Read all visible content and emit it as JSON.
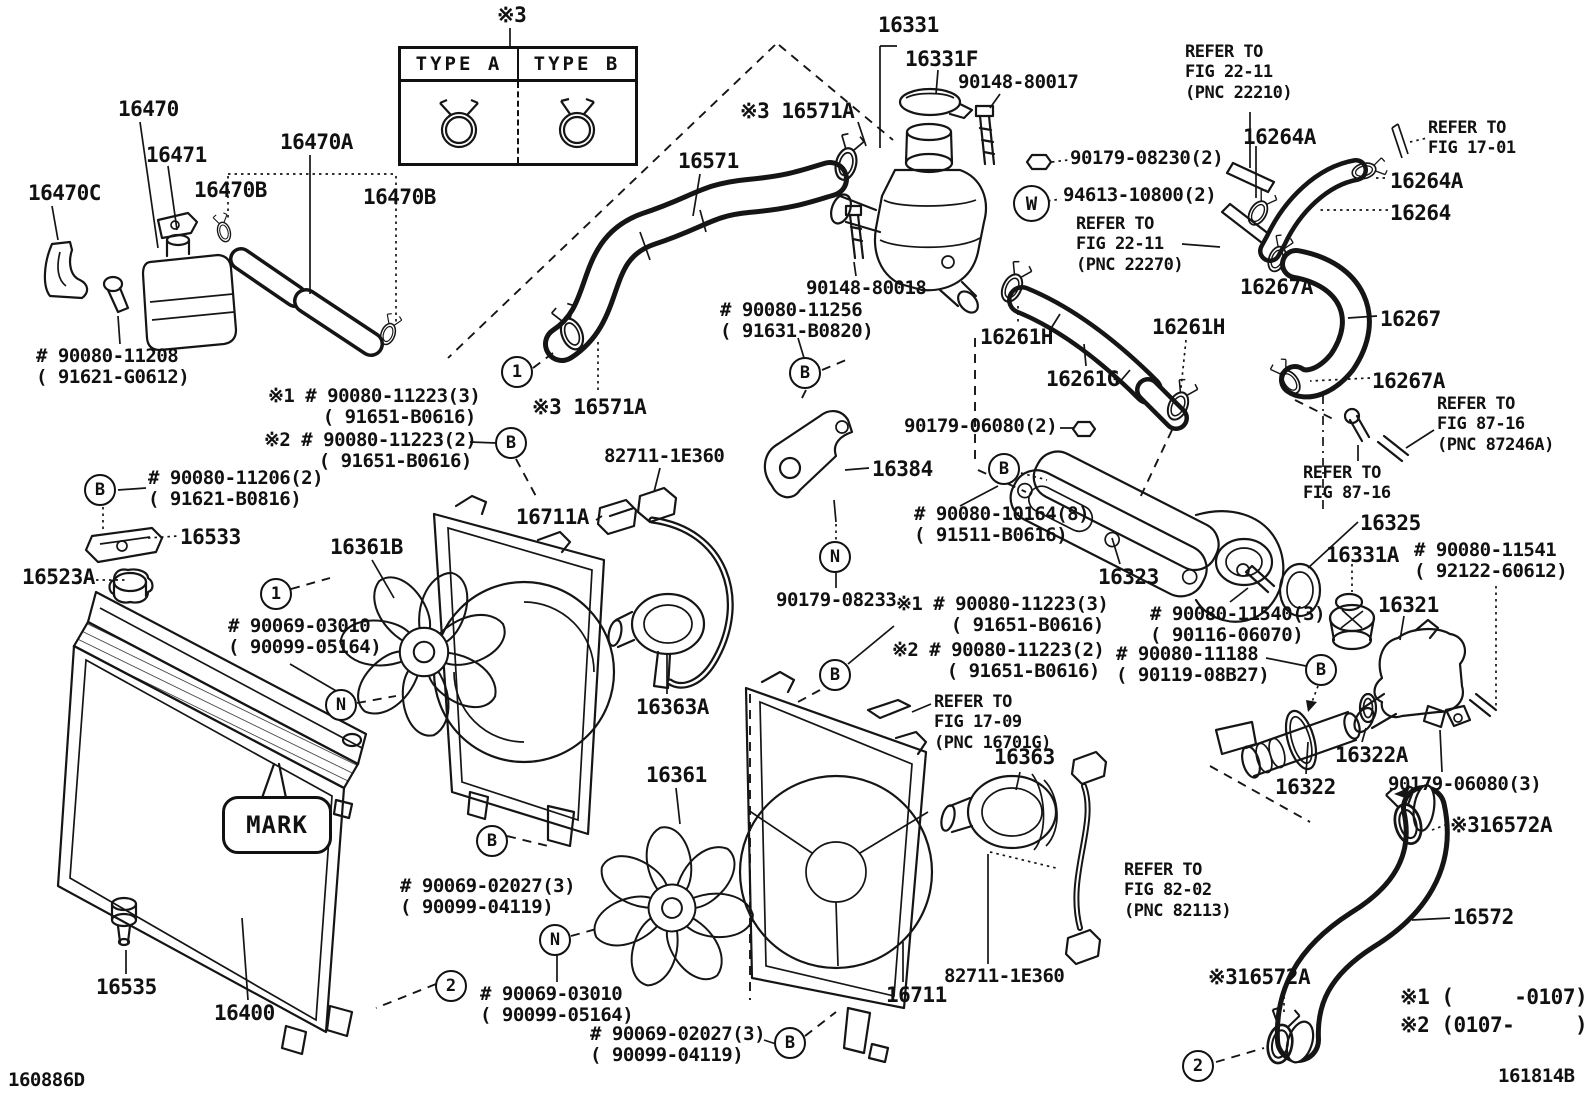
{
  "colors": {
    "ink": "#111111",
    "paper": "#ffffff"
  },
  "mark": {
    "label": "MARK"
  },
  "table": {
    "type_a": "TYPE A",
    "type_b": "TYPE B"
  },
  "labels": [
    {
      "id": "16470",
      "text": "16470"
    },
    {
      "id": "16471",
      "text": "16471"
    },
    {
      "id": "16470A",
      "text": "16470A"
    },
    {
      "id": "16470C",
      "text": "16470C"
    },
    {
      "id": "16470B-1",
      "text": "16470B"
    },
    {
      "id": "16470B-2",
      "text": "16470B"
    },
    {
      "id": "90080-11208",
      "text": "# 90080-11208\n( 91621-G0612)"
    },
    {
      "id": "note-3",
      "text": "※3"
    },
    {
      "id": "16331",
      "text": "16331"
    },
    {
      "id": "16331F",
      "text": "16331F"
    },
    {
      "id": "90148-80017",
      "text": "90148-80017"
    },
    {
      "id": "refer-22-11-a",
      "text": "REFER TO\nFIG 22-11\n(PNC 22210)"
    },
    {
      "id": "16264A-1",
      "text": "16264A"
    },
    {
      "id": "refer-17-01",
      "text": "REFER TO\nFIG 17-01"
    },
    {
      "id": "16264A-2",
      "text": "16264A"
    },
    {
      "id": "16264",
      "text": "16264"
    },
    {
      "id": "90179-08230",
      "text": "90179-08230(2)"
    },
    {
      "id": "94613-10800",
      "text": "94613-10800(2)"
    },
    {
      "id": "refer-22-11-b",
      "text": "REFER TO\nFIG 22-11\n(PNC 22270)"
    },
    {
      "id": "16267A-1",
      "text": "16267A"
    },
    {
      "id": "16267",
      "text": "16267"
    },
    {
      "id": "16267A-2",
      "text": "16267A"
    },
    {
      "id": "16571",
      "text": "16571"
    },
    {
      "id": "16571A-1",
      "text": "※3 16571A"
    },
    {
      "id": "90148-80018",
      "text": "90148-80018"
    },
    {
      "id": "90080-11256",
      "text": "# 90080-11256\n( 91631-B0820)"
    },
    {
      "id": "16261H-1",
      "text": "16261H"
    },
    {
      "id": "16261G",
      "text": "16261G"
    },
    {
      "id": "16261H-2",
      "text": "16261H"
    },
    {
      "id": "16571A-2",
      "text": "※3 16571A"
    },
    {
      "id": "90080-11223-a1",
      "text": "※1 # 90080-11223(3)\n     ( 91651-B0616)"
    },
    {
      "id": "90080-11223-a2",
      "text": "※2 # 90080-11223(2)\n     ( 91651-B0616)"
    },
    {
      "id": "90080-11206",
      "text": "# 90080-11206(2)\n( 91621-B0816)"
    },
    {
      "id": "16533",
      "text": "16533"
    },
    {
      "id": "16523A",
      "text": "16523A"
    },
    {
      "id": "82711-1E360-1",
      "text": "82711-1E360"
    },
    {
      "id": "16711A",
      "text": "16711A"
    },
    {
      "id": "16361B",
      "text": "16361B"
    },
    {
      "id": "90069-03010-1",
      "text": "# 90069-03010\n( 90099-05164)"
    },
    {
      "id": "90179-06080-2",
      "text": "90179-06080(2)"
    },
    {
      "id": "16384",
      "text": "16384"
    },
    {
      "id": "90080-10164",
      "text": "# 90080-10164(8)\n( 91511-B0616)"
    },
    {
      "id": "16323",
      "text": "16323"
    },
    {
      "id": "refer-87-16-a",
      "text": "REFER TO\nFIG 87-16"
    },
    {
      "id": "refer-87-16-b",
      "text": "REFER TO\nFIG 87-16\n(PNC 87246A)"
    },
    {
      "id": "16325",
      "text": "16325"
    },
    {
      "id": "16331A",
      "text": "16331A"
    },
    {
      "id": "90080-11541",
      "text": "# 90080-11541\n( 92122-60612)"
    },
    {
      "id": "90080-11540",
      "text": "# 90080-11540(3)\n( 90116-06070)"
    },
    {
      "id": "90080-11188",
      "text": "# 90080-11188\n( 90119-08B27)"
    },
    {
      "id": "16321",
      "text": "16321"
    },
    {
      "id": "90179-08233",
      "text": "90179-08233"
    },
    {
      "id": "90080-11223-b1",
      "text": "※1 # 90080-11223(3)\n     ( 91651-B0616)"
    },
    {
      "id": "90080-11223-b2",
      "text": "※2 # 90080-11223(2)\n     ( 91651-B0616)"
    },
    {
      "id": "refer-17-09",
      "text": "REFER TO\nFIG 17-09\n(PNC 16701G)"
    },
    {
      "id": "16363",
      "text": "16363"
    },
    {
      "id": "16363A",
      "text": "16363A"
    },
    {
      "id": "16361",
      "text": "16361"
    },
    {
      "id": "16322A",
      "text": "16322A"
    },
    {
      "id": "16322",
      "text": "16322"
    },
    {
      "id": "90179-06080-3",
      "text": "90179-06080(3)"
    },
    {
      "id": "16572A-1",
      "text": "※316572A"
    },
    {
      "id": "16572",
      "text": "16572"
    },
    {
      "id": "refer-82-02",
      "text": "REFER TO\nFIG 82-02\n(PNC 82113)"
    },
    {
      "id": "82711-1E360-2",
      "text": "82711-1E360"
    },
    {
      "id": "16711",
      "text": "16711"
    },
    {
      "id": "16572A-2",
      "text": "※316572A"
    },
    {
      "id": "note-1",
      "text": "※1 (     -0107)"
    },
    {
      "id": "note-2",
      "text": "※2 (0107-     )"
    },
    {
      "id": "161814B",
      "text": "161814B"
    },
    {
      "id": "16535",
      "text": "16535"
    },
    {
      "id": "16400",
      "text": "16400"
    },
    {
      "id": "90069-02027-1",
      "text": "# 90069-02027(3)\n( 90099-04119)"
    },
    {
      "id": "90069-03010-2",
      "text": "# 90069-03010\n( 90099-05164)"
    },
    {
      "id": "90069-02027-2",
      "text": "# 90069-02027(3)\n( 90099-04119)"
    },
    {
      "id": "160886D",
      "text": "160886D"
    }
  ],
  "callouts": [
    {
      "sym": "B"
    },
    {
      "sym": "B"
    },
    {
      "sym": "1"
    },
    {
      "sym": "1"
    },
    {
      "sym": "N"
    },
    {
      "sym": "B"
    },
    {
      "sym": "N"
    },
    {
      "sym": "2"
    },
    {
      "sym": "B"
    },
    {
      "sym": "B"
    },
    {
      "sym": "N"
    },
    {
      "sym": "B"
    },
    {
      "sym": "B"
    },
    {
      "sym": "W"
    },
    {
      "sym": "B"
    },
    {
      "sym": "2"
    }
  ]
}
